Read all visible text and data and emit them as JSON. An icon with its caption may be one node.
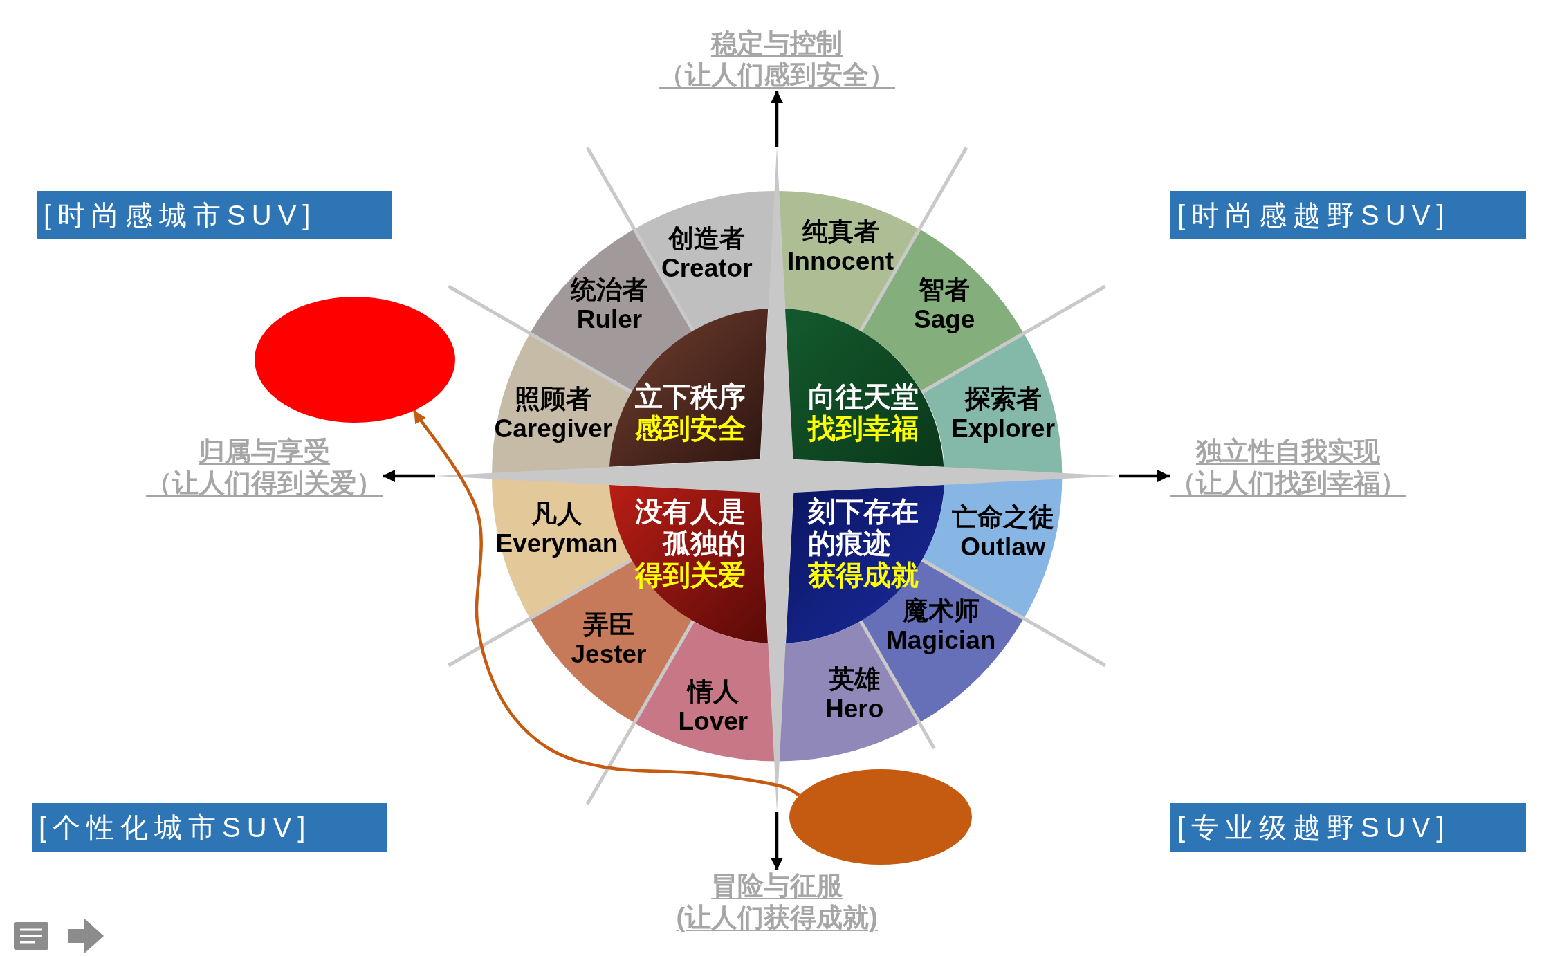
{
  "diagram": {
    "nodes": [
      {
        "text": [
          "稳定与控制",
          "（让人们感到安全）"
        ]
      },
      {
        "text": [
          "[时尚感城市SUV]"
        ]
      },
      {
        "text": [
          "[时尚感越野SUV]"
        ]
      },
      {
        "text": [],
        "shape": "star"
      },
      {
        "text": [
          "创造者",
          "Creator"
        ]
      },
      {
        "text": [
          "纯真者",
          "Innocent"
        ]
      },
      {
        "text": [
          "统治者",
          "Ruler"
        ]
      },
      {
        "text": [
          "智者",
          "Sage"
        ]
      },
      {
        "text": [],
        "shape": "ellipse"
      },
      {
        "text": [
          "照顾者",
          "Caregiver"
        ]
      },
      {
        "text": [
          "立下秩序",
          "感到安全"
        ]
      },
      {
        "text": [
          "向往天堂",
          "找到幸福"
        ]
      },
      {
        "text": [
          "探索者",
          "Explorer"
        ]
      },
      {
        "text": [
          "归属与享受",
          "（让人们得到关爱）"
        ]
      },
      {
        "text": [
          "独立性自我实现",
          "（让人们找到幸福）"
        ]
      },
      {
        "text": [
          "凡人",
          "Everyman"
        ]
      },
      {
        "text": [
          "没有人是孤独的",
          "得到关爱"
        ]
      },
      {
        "text": [
          "刻下存在的痕迹",
          "获得成就"
        ]
      },
      {
        "text": [
          "亡命之徒",
          "Outlaw"
        ]
      },
      {
        "text": [
          "弄臣",
          "Jester"
        ]
      },
      {
        "text": [
          "魔术师",
          "Magician"
        ]
      },
      {
        "text": [
          "情人",
          "Lover"
        ]
      },
      {
        "text": [
          "英雄",
          "Hero"
        ]
      },
      {
        "text": [],
        "shape": "ellipse"
      },
      {
        "text": [
          "[个性化城市SUV]"
        ]
      },
      {
        "text": [
          "[专业级越野SUV]"
        ]
      },
      {
        "text": [
          "冒险与征服",
          "(让人们获得成就)"
        ]
      }
    ],
    "edges": [
      {
        "from": 3,
        "to": 0,
        "arrow": "to"
      },
      {
        "from": 3,
        "to": 13,
        "arrow": "to"
      },
      {
        "from": 3,
        "to": 14,
        "arrow": "to"
      },
      {
        "from": 3,
        "to": 26,
        "arrow": "to"
      },
      {
        "from": 23,
        "to": 8,
        "arrow": "to",
        "color": "#c55a11"
      }
    ]
  }
}
